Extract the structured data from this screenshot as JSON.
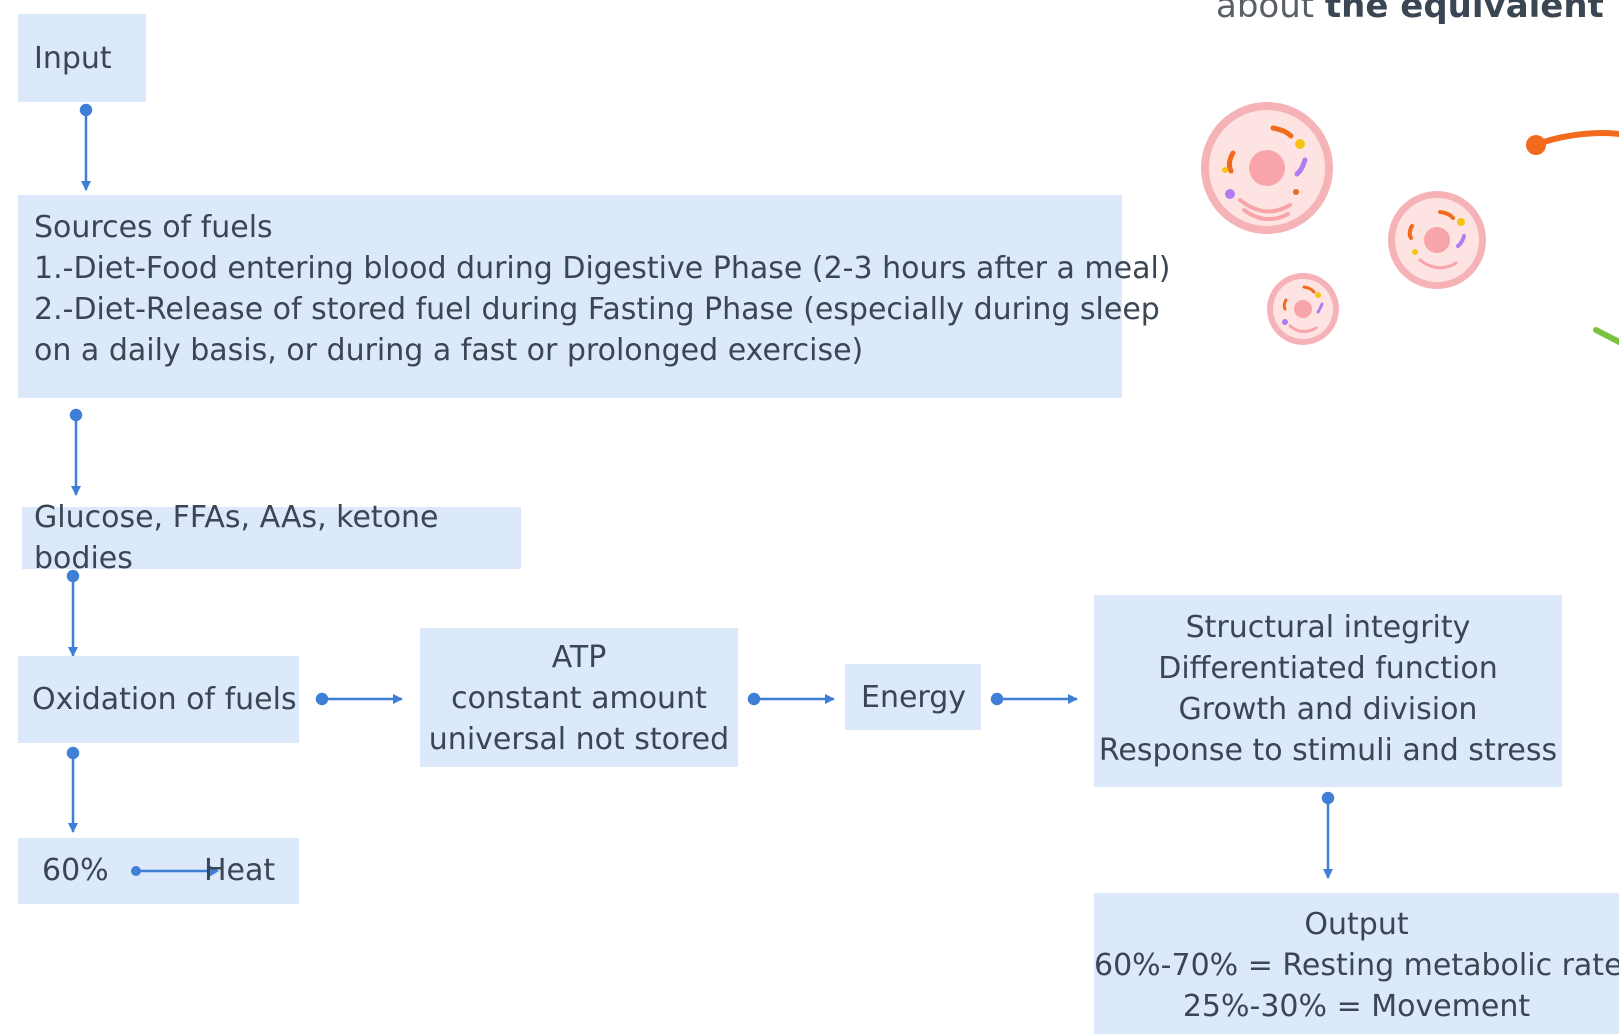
{
  "header": {
    "prefix": "about",
    "bold": "the equivalent"
  },
  "nodes": {
    "input": {
      "label": "Input"
    },
    "sources": {
      "lines": [
        "Sources of fuels",
        "1.-Diet-Food entering blood during Digestive Phase (2-3 hours after a meal)",
        "2.-Diet-Release of stored fuel during Fasting Phase (especially during sleep",
        "on a daily basis, or during a fast or prolonged exercise)"
      ]
    },
    "fuels": {
      "label": "Glucose, FFAs, AAs, ketone bodies"
    },
    "oxidation": {
      "label": "Oxidation of fuels"
    },
    "atp": {
      "lines": [
        "ATP",
        "constant amount",
        "universal not stored"
      ]
    },
    "energy": {
      "label": "Energy"
    },
    "functions": {
      "lines": [
        "Structural integrity",
        "Differentiated function",
        "Growth and division",
        "Response to stimuli and stress"
      ]
    },
    "heat": {
      "percent": "60%",
      "label": "Heat"
    },
    "output": {
      "lines": [
        "Output",
        "60%-70% = Resting metabolic rate",
        "25%-30% = Movement"
      ]
    }
  },
  "colors": {
    "box_fill": "#dbe9fb",
    "connector": "#3f7fd6",
    "text": "#3b4654",
    "cell_fill": "#fbd5d5",
    "cell_ring": "#f5b3b7",
    "orange": "#f26b1d",
    "green": "#7cc242"
  },
  "icons": [
    "cell-icon",
    "cell-icon",
    "cell-icon"
  ]
}
